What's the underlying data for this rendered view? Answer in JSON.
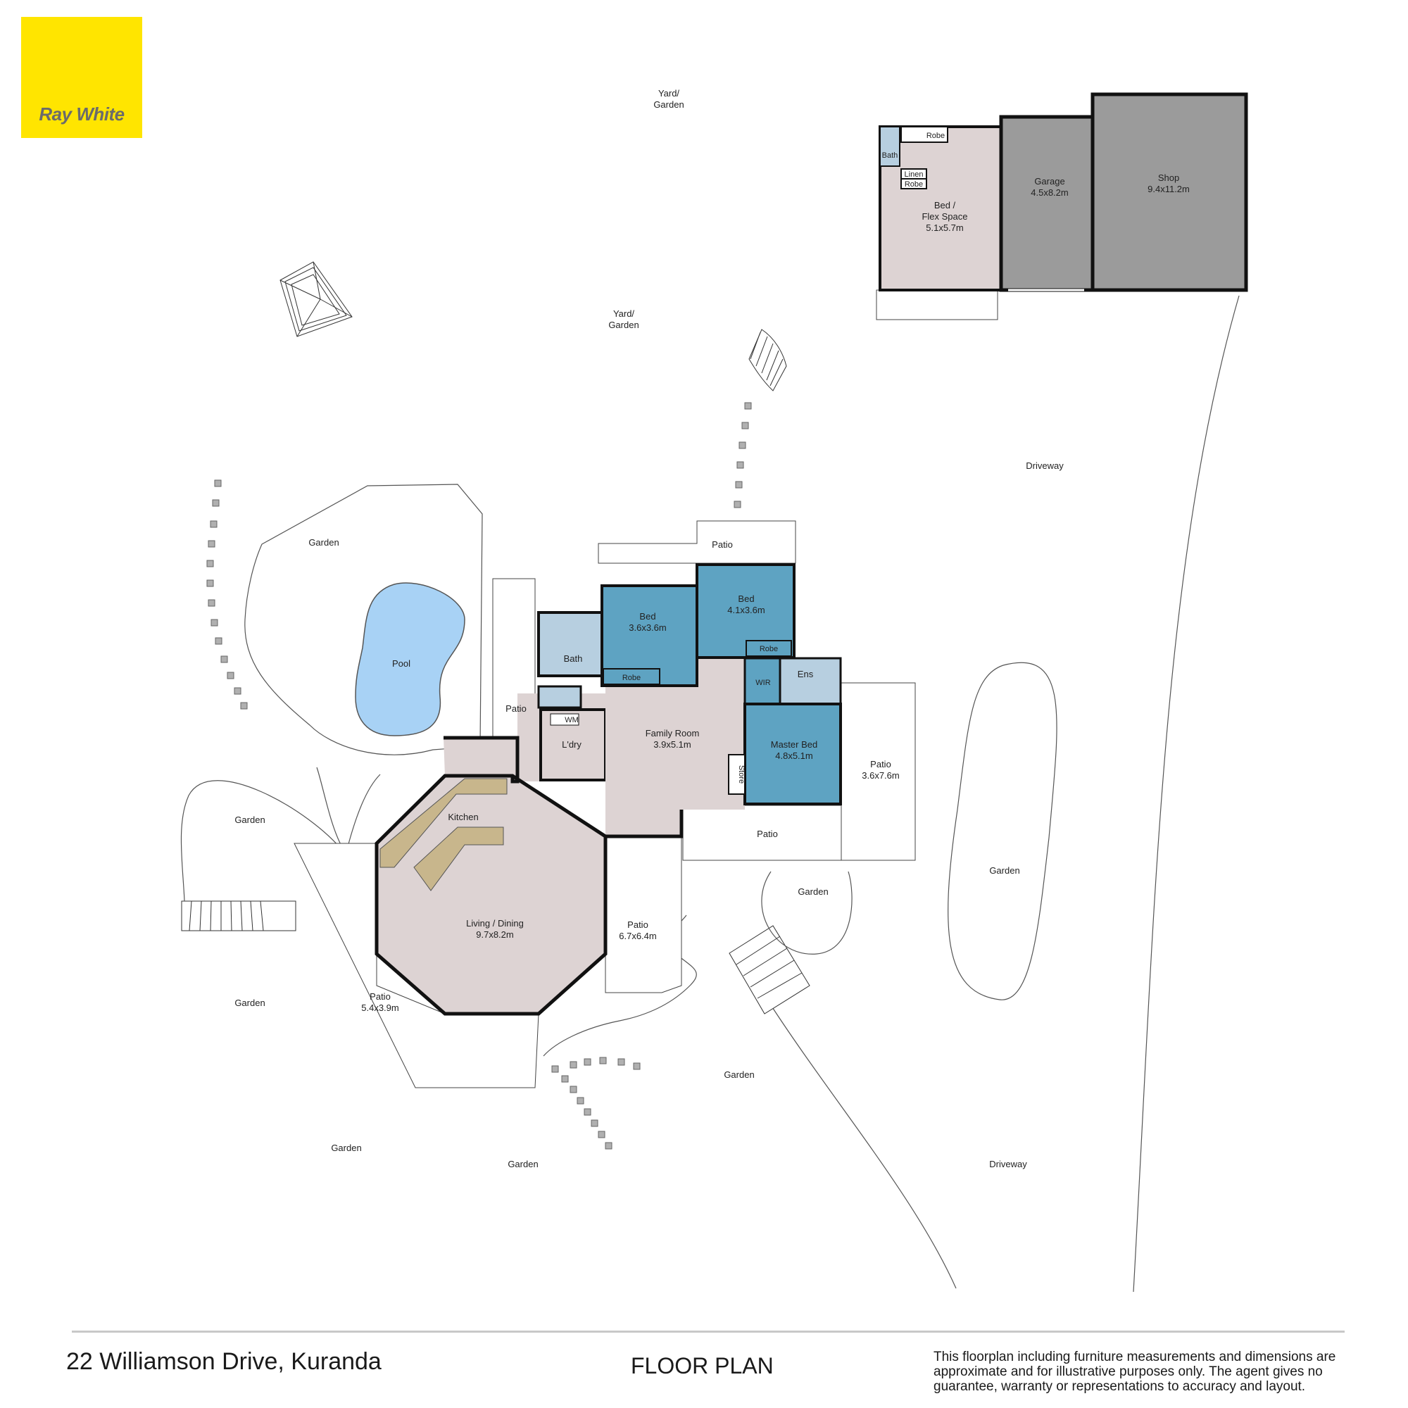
{
  "brand": {
    "logo_text": "Ray White",
    "logo_color": "#ffe500",
    "logo_text_color": "#6b6b6b"
  },
  "footer": {
    "address": "22 Williamson Drive, Kuranda",
    "title": "FLOOR PLAN",
    "disclaimer": "This floorplan including furniture measurements and dimensions are approximate and for illustrative purposes only. The agent gives no guarantee, warranty or representations to accuracy and layout."
  },
  "colors": {
    "bedroom": "#5ea3c2",
    "bathroom": "#b7cfe0",
    "living": "#ddd3d3",
    "garage": "#9b9b9b",
    "pool": "#a8d2f5",
    "bench": "#c8b68c"
  },
  "rooms": {
    "bed_flex": {
      "name": "Bed /",
      "name2": "Flex Space",
      "dims": "5.1x5.7m"
    },
    "garage": {
      "name": "Garage",
      "dims": "4.5x8.2m"
    },
    "shop": {
      "name": "Shop",
      "dims": "9.4x11.2m"
    },
    "outbuilding_bath": "Bath",
    "outbuilding_robe_top": "Robe",
    "outbuilding_linen": "Linen",
    "outbuilding_robe_bottom": "Robe",
    "bed1": {
      "name": "Bed",
      "dims": "3.6x3.6m"
    },
    "bed2": {
      "name": "Bed",
      "dims": "4.1x3.6m"
    },
    "bed1_robe": "Robe",
    "bed2_robe": "Robe",
    "bath": "Bath",
    "wir": "WIR",
    "ens": "Ens",
    "wm": "WM",
    "laundry": "L'dry",
    "family": {
      "name": "Family Room",
      "dims": "3.9x5.1m"
    },
    "master": {
      "name": "Master Bed",
      "dims": "4.8x5.1m"
    },
    "store": "Store",
    "kitchen": "Kitchen",
    "living": {
      "name": "Living / Dining",
      "dims": "9.7x8.2m"
    },
    "pool": "Pool"
  },
  "outdoor": {
    "yard_top": {
      "line1": "Yard/",
      "line2": "Garden"
    },
    "yard_mid": {
      "line1": "Yard/",
      "line2": "Garden"
    },
    "driveway_top": "Driveway",
    "driveway_bottom": "Driveway",
    "garden_pool": "Garden",
    "garden_left": "Garden",
    "garden_left_lower": "Garden",
    "garden_right_long": "Garden",
    "garden_center": "Garden",
    "garden_bottom_mid": "Garden",
    "garden_bottom_left": "Garden",
    "garden_bottom": "Garden",
    "patio_top": "Patio",
    "patio_bath": "Patio",
    "patio_right": {
      "name": "Patio",
      "dims": "3.6x7.6m"
    },
    "patio_front": "Patio",
    "patio_mid": {
      "name": "Patio",
      "dims": "6.7x6.4m"
    },
    "patio_left": {
      "name": "Patio",
      "dims": "5.4x3.9m"
    }
  }
}
